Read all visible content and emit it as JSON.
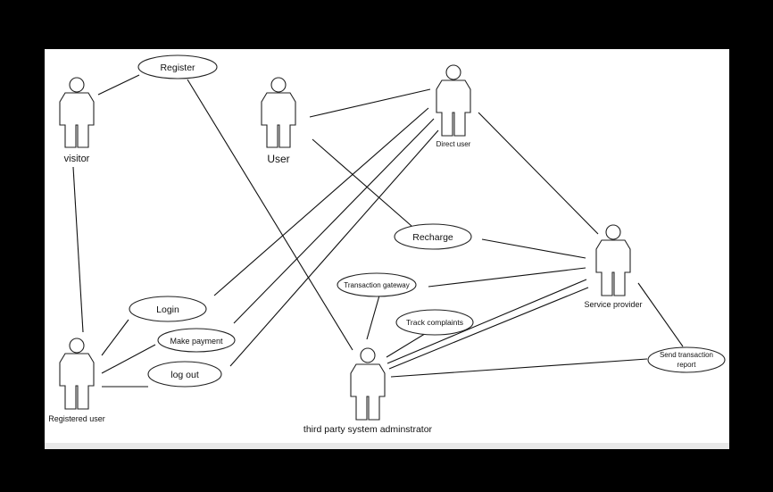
{
  "diagram": {
    "actors": {
      "visitor": "visitor",
      "user": "User",
      "direct_user": "Direct user",
      "service_provider": "Service provider",
      "registered_user": "Registered user",
      "third_party_admin": "third party system adminstrator"
    },
    "use_cases": {
      "register": "Register",
      "recharge": "Recharge",
      "transaction_gateway": "Transaction gateway",
      "login": "Login",
      "make_payment": "Make payment",
      "track_complaints": "Track complaints",
      "log_out": "log out",
      "send_transaction_report_line1": "Send transaction",
      "send_transaction_report_line2": "report"
    }
  }
}
